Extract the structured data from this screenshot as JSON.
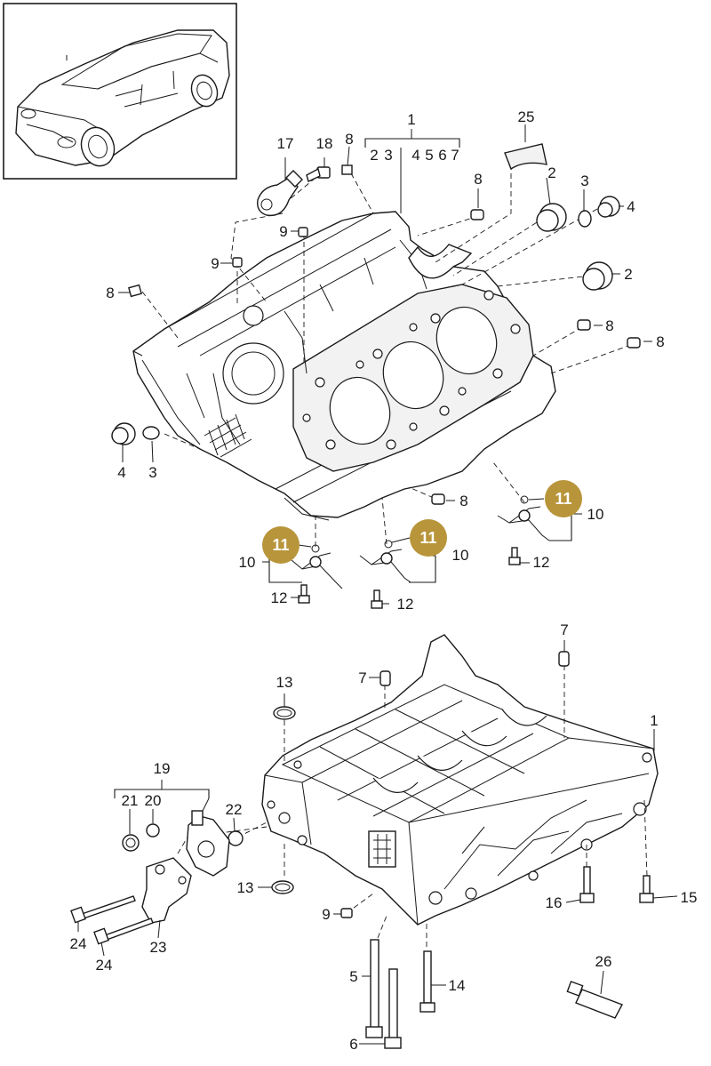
{
  "callouts": {
    "c1_top": "1",
    "c1_group": [
      "2",
      "3",
      "4",
      "5",
      "6",
      "7"
    ],
    "c25": "25",
    "c17": "17",
    "c18": "18",
    "c8": "8",
    "c2": "2",
    "c3": "3",
    "c4": "4",
    "c9": "9",
    "c10": "10",
    "c11": "11",
    "c12": "12",
    "c7": "7",
    "c13": "13",
    "c19": "19",
    "c20": "20",
    "c21": "21",
    "c22": "22",
    "c23": "23",
    "c24": "24",
    "c5": "5",
    "c6": "6",
    "c14": "14",
    "c15": "15",
    "c16": "16",
    "c26": "26",
    "c1_bottom": "1"
  },
  "highlight_color": "#b8953a",
  "inset": {
    "icon": "car-icon"
  }
}
